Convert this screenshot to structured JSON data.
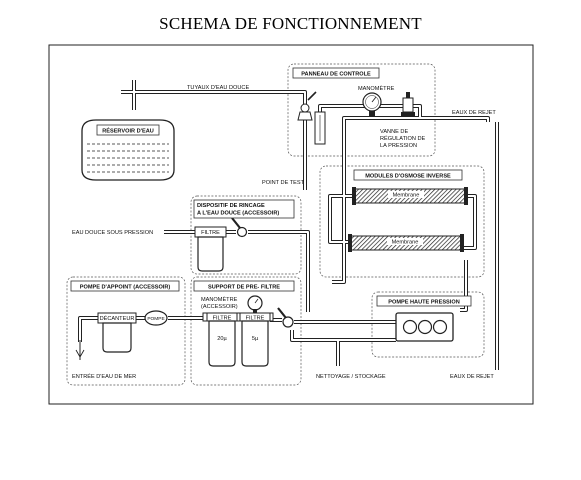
{
  "title": "SCHEMA DE FONCTIONNEMENT",
  "labels": {
    "tuyaux": "TUYAUX D'EAU DOUCE",
    "reservoir": "RÉSERVOIR D'EAU",
    "panneau": "PANNEAU DE CONTROLE",
    "manometre_panel": "MANOMÈTRE",
    "vanne_1": "VANNE DE",
    "vanne_2": "RÉGULATION DE",
    "vanne_3": "LA PRESSION",
    "eaux_rejet_top": "EAUX DE REJET",
    "point_test": "POINT DE TEST",
    "modules": "MODULES D'OSMOSE INVERSE",
    "membrane": "Membrane",
    "rincage_1": "DISPOSITIF DE RINCAGE",
    "rincage_2": "A L'EAU DOUCE (ACCESSOIR)",
    "eau_douce": "EAU DOUCE SOUS PRESSION",
    "filtre": "FILTRE",
    "pompe_appoint": "POMPE D'APPOINT (ACCESSOIR)",
    "decanteur": "DÉCANTEUR",
    "pompe": "POMPE",
    "support": "SUPPORT DE PRE- FILTRE",
    "manometre_support_1": "MANOMÈTRE",
    "manometre_support_2": "(ACCESSOIR)",
    "micro_20": "20µ",
    "micro_5": "5µ",
    "pompe_hp": "POMPE HAUTE PRESSION",
    "entree_mer": "ENTRÉE D'EAU DE MER",
    "nettoyage": "NETTOYAGE / STOCKAGE",
    "eaux_rejet_bottom": "EAUX DE REJET"
  }
}
